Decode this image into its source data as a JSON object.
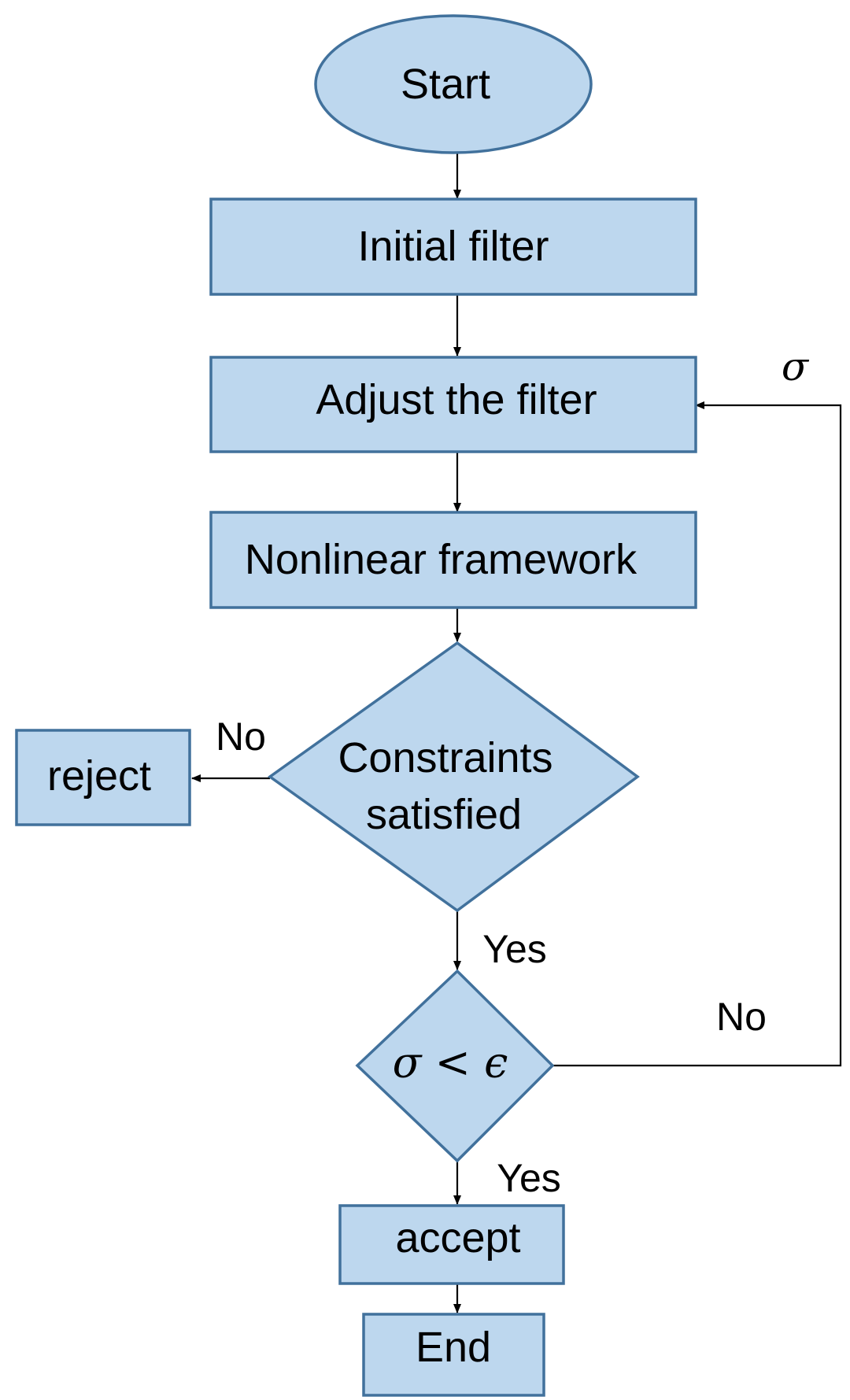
{
  "diagram": {
    "nodes": {
      "start": {
        "label": "Start",
        "shape": "ellipse"
      },
      "initial_filter": {
        "label": "Initial filter",
        "shape": "rectangle"
      },
      "adjust_filter": {
        "label": "Adjust the filter",
        "shape": "rectangle"
      },
      "nonlinear_framework": {
        "label": "Nonlinear framework",
        "shape": "rectangle"
      },
      "constraints": {
        "label_line1": "Constraints",
        "label_line2": "satisfied",
        "shape": "diamond"
      },
      "reject": {
        "label": "reject",
        "shape": "rectangle"
      },
      "sigma_check": {
        "label": "σ < ϵ",
        "shape": "diamond"
      },
      "accept": {
        "label": "accept",
        "shape": "rectangle"
      },
      "end": {
        "label": "End",
        "shape": "rectangle"
      }
    },
    "edge_labels": {
      "constraints_no": "No",
      "constraints_yes": "Yes",
      "sigma_no": "No",
      "sigma_yes": "Yes",
      "feedback_sigma": "σ"
    },
    "colors": {
      "node_fill": "#bdd7ee",
      "node_stroke": "#41719c",
      "edge": "#000000",
      "text": "#000000"
    }
  }
}
